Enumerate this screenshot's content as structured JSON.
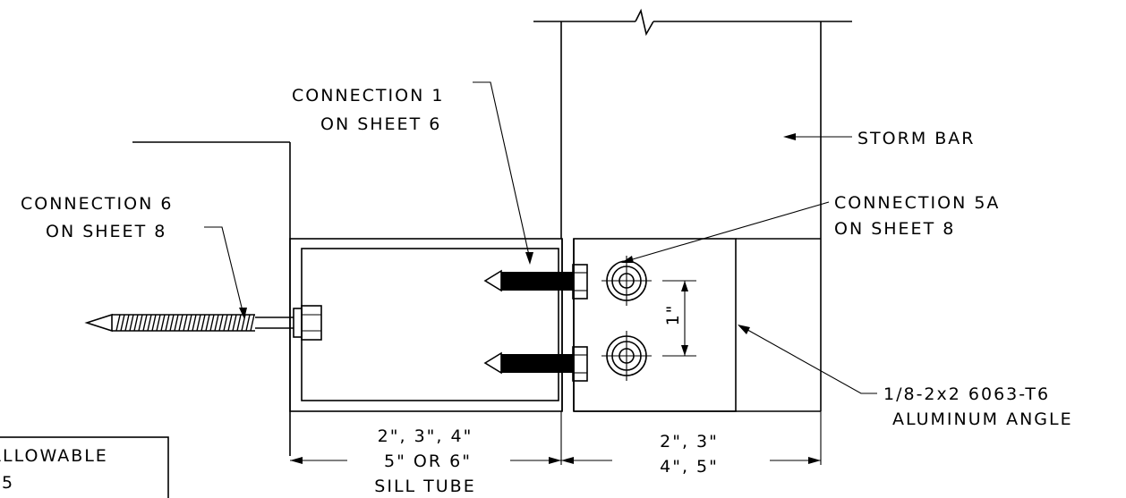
{
  "labels": {
    "connection_1_line1": "CONNECTION 1",
    "connection_1_line2": "ON SHEET 6",
    "storm_bar": "STORM BAR",
    "connection_5a_line1": "CONNECTION 5A",
    "connection_5a_line2": "ON SHEET 8",
    "connection_6_line1": "CONNECTION 6",
    "connection_6_line2": "ON SHEET 8",
    "angle_line1": "1/8-2x2 6063-T6",
    "angle_line2": "ALUMINUM ANGLE",
    "dim_spacing": "1\"",
    "sill_dim_line1": "2\",  3\",  4\"",
    "sill_dim_line2": "5\"  OR  6\"",
    "sill_tube": "SILL TUBE",
    "angle_dim_line1": "2\",  3\"",
    "angle_dim_line2": "4\",  5\"",
    "allowable_partial": "ALLOWABLE",
    "allowable_value_partial": "5"
  }
}
